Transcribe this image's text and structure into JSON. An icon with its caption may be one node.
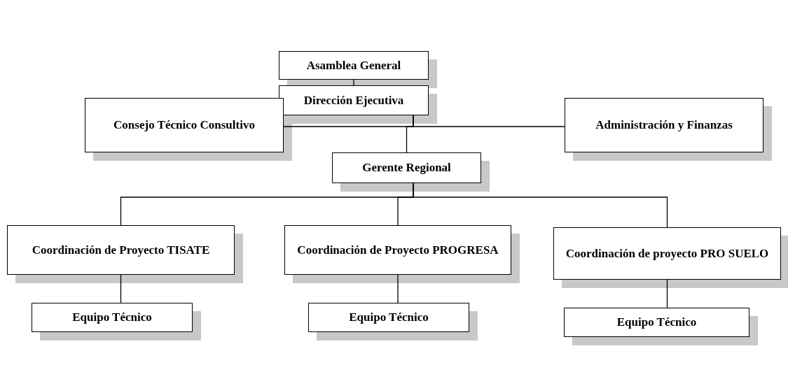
{
  "diagram": {
    "nodes": [
      {
        "text": [
          "Asamblea General"
        ]
      },
      {
        "text": [
          "Dirección Ejecutiva"
        ]
      },
      {
        "text": [
          "Consejo Técnico Consultivo"
        ]
      },
      {
        "text": [
          "Administración y Finanzas"
        ]
      },
      {
        "text": [
          "Gerente Regional"
        ]
      },
      {
        "text": [
          "Coordinación de Proyecto TISATE"
        ]
      },
      {
        "text": [
          "Coordinación de Proyecto PROGRESA"
        ]
      },
      {
        "text": [
          "Coordinación de proyecto PRO SUELO"
        ]
      },
      {
        "text": [
          "Equipo Técnico"
        ]
      },
      {
        "text": [
          "Equipo Técnico"
        ]
      },
      {
        "text": [
          "Equipo Técnico"
        ]
      }
    ],
    "edges": [
      {
        "from": 0,
        "to": 1,
        "arrow": "none"
      },
      {
        "from": 1,
        "to": 2,
        "arrow": "none"
      },
      {
        "from": 1,
        "to": 3,
        "arrow": "none"
      },
      {
        "from": 1,
        "to": 4,
        "arrow": "none"
      },
      {
        "from": 4,
        "to": 5,
        "arrow": "none"
      },
      {
        "from": 4,
        "to": 6,
        "arrow": "none"
      },
      {
        "from": 4,
        "to": 7,
        "arrow": "none"
      },
      {
        "from": 5,
        "to": 8,
        "arrow": "none"
      },
      {
        "from": 6,
        "to": 9,
        "arrow": "none"
      },
      {
        "from": 7,
        "to": 10,
        "arrow": "none"
      }
    ]
  }
}
